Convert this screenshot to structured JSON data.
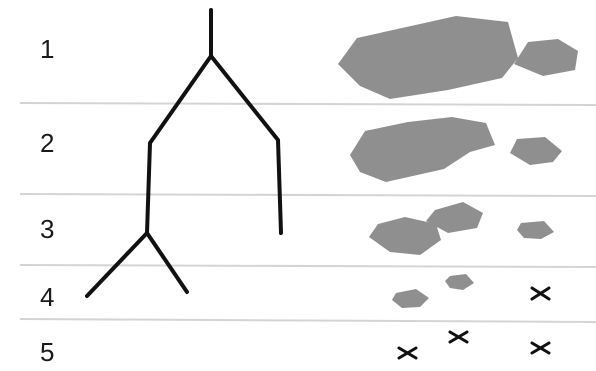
{
  "rows": [
    {
      "label": "1"
    },
    {
      "label": "2"
    },
    {
      "label": "3"
    },
    {
      "label": "4"
    },
    {
      "label": "5"
    }
  ],
  "colors": {
    "text": "#1a1a1a",
    "tree": "#111111",
    "blob": "#8f8f8f",
    "divider": "#d4d4d4",
    "mark": "#111111"
  },
  "blobs_per_row": [
    2,
    2,
    3,
    2,
    0
  ],
  "extinct_marks_per_row": [
    0,
    0,
    0,
    1,
    3
  ]
}
